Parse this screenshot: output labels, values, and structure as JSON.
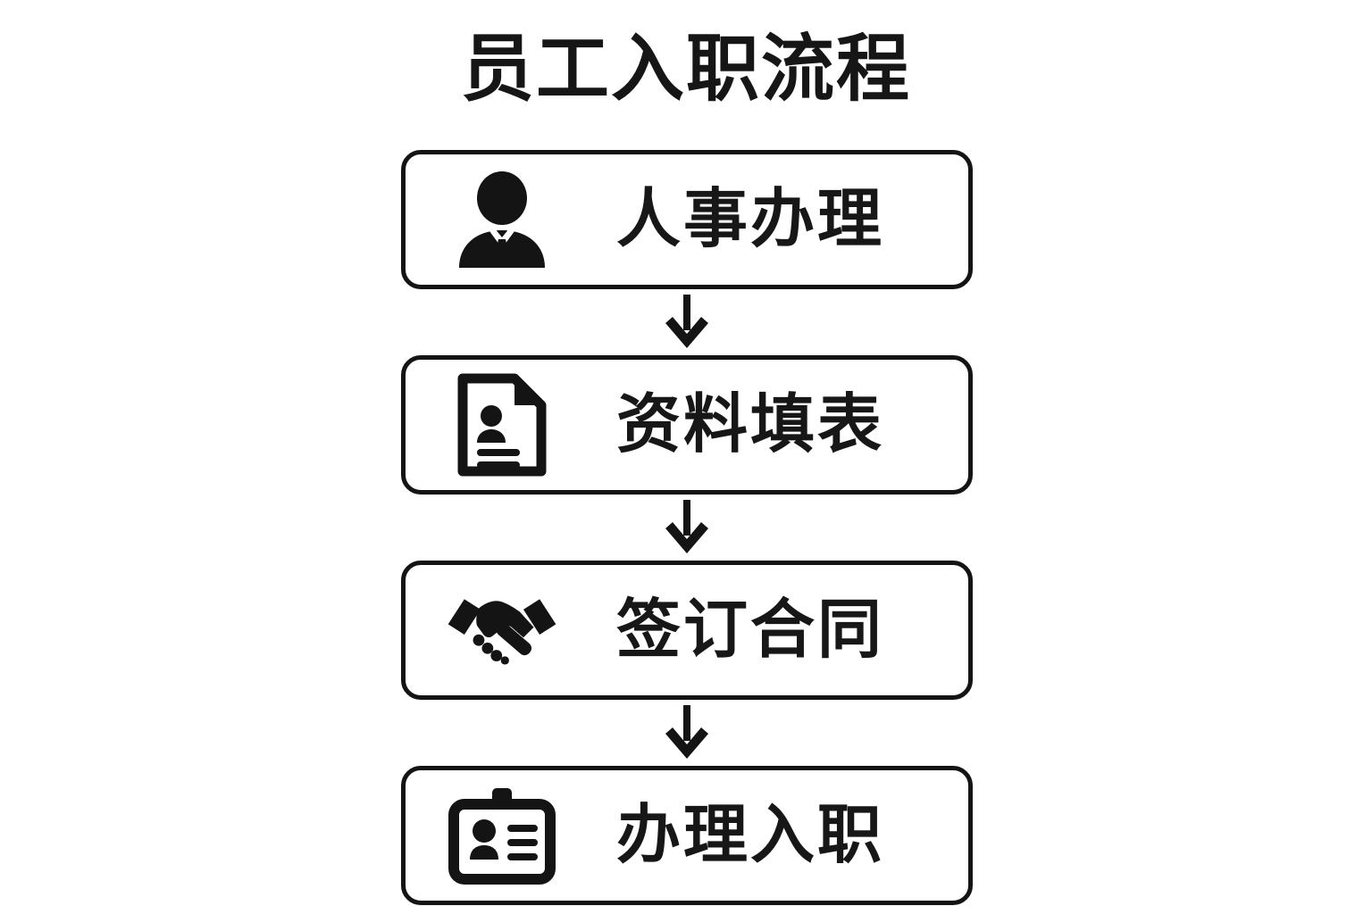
{
  "page": {
    "title": "员工入职流程",
    "background_color": "#ffffff",
    "ink_color": "#141414"
  },
  "flow": {
    "orientation": "vertical",
    "connector_icon": "arrow-down-icon",
    "steps": [
      {
        "index": 1,
        "label": "人事办理",
        "icon": "businessman-icon"
      },
      {
        "index": 2,
        "label": "资料填表",
        "icon": "resume-document-icon"
      },
      {
        "index": 3,
        "label": "签订合同",
        "icon": "handshake-icon"
      },
      {
        "index": 4,
        "label": "办理入职",
        "icon": "id-badge-icon"
      }
    ]
  }
}
